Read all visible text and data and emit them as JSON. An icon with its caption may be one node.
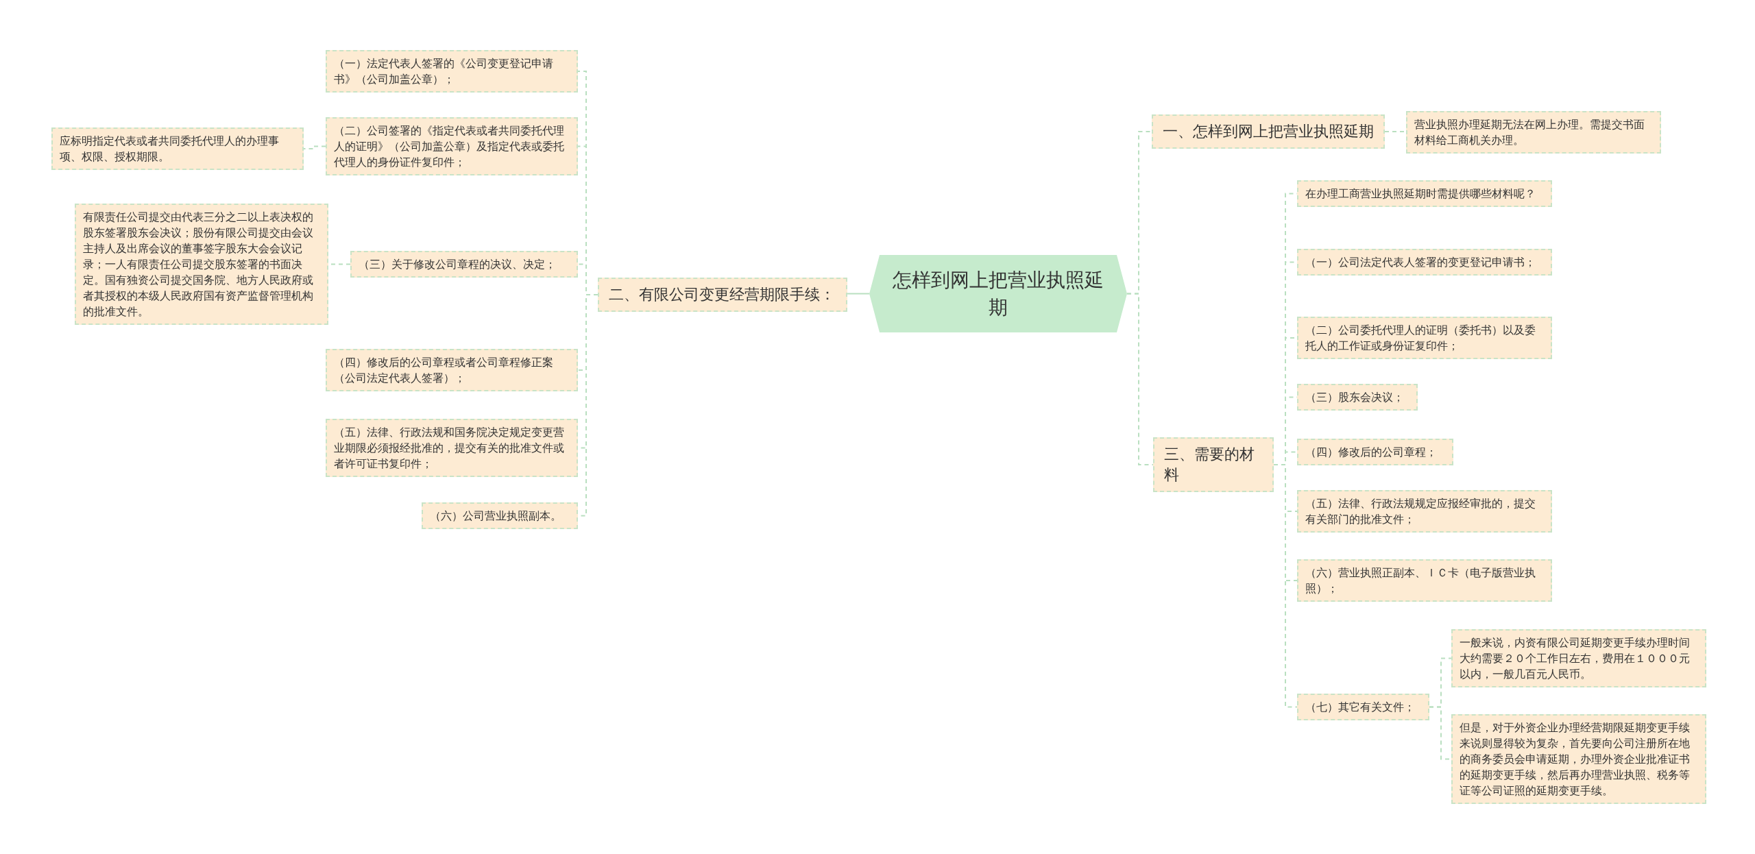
{
  "diagram": {
    "nodes": [
      {
        "text": [
          "怎样到网上把营业执照延期"
        ]
      },
      {
        "text": [
          "一、怎样到网上把营业执照延期"
        ]
      },
      {
        "text": [
          "营业执照办理延期无法在网上办理。需提交书面材料给工商机关办理。"
        ]
      },
      {
        "text": [
          "三、需要的材料"
        ]
      },
      {
        "text": [
          "在办理工商营业执照延期时需提供哪些材料呢？"
        ]
      },
      {
        "text": [
          "（一）公司法定代表人签署的变更登记申请书；"
        ]
      },
      {
        "text": [
          "（二）公司委托代理人的证明（委托书）以及委托人的工作证或身份证复印件；"
        ]
      },
      {
        "text": [
          "（三）股东会决议；"
        ]
      },
      {
        "text": [
          "（四）修改后的公司章程；"
        ]
      },
      {
        "text": [
          "（五）法律、行政法规规定应报经审批的，提交有关部门的批准文件；"
        ]
      },
      {
        "text": [
          "（六）营业执照正副本、ＩＣ卡（电子版营业执照）；"
        ]
      },
      {
        "text": [
          "（七）其它有关文件；"
        ]
      },
      {
        "text": [
          "一般来说，内资有限公司延期变更手续办理时间大约需要２０个工作日左右，费用在１０００元以内，一般几百元人民币。"
        ]
      },
      {
        "text": [
          "但是，对于外资企业办理经营期限延期变更手续来说则显得较为复杂，首先要向公司注册所在地的商务委员会申请延期，办理外资企业批准证书的延期变更手续，然后再办理营业执照、税务等证等公司证照的延期变更手续。"
        ]
      },
      {
        "text": [
          "二、有限公司变更经营期限手续："
        ]
      },
      {
        "text": [
          "（一）法定代表人签署的《公司变更登记申请书》（公司加盖公章）；"
        ]
      },
      {
        "text": [
          "（二）公司签署的《指定代表或者共同委托代理人的证明》（公司加盖公章）及指定代表或委托代理人的身份证件复印件；"
        ]
      },
      {
        "text": [
          "应标明指定代表或者共同委托代理人的办理事项、权限、授权期限。"
        ]
      },
      {
        "text": [
          "（三）关于修改公司章程的决议、决定；"
        ]
      },
      {
        "text": [
          "有限责任公司提交由代表三分之二以上表决权的股东签署股东会决议；股份有限公司提交由会议主持人及出席会议的董事签字股东大会会议记录；一人有限责任公司提交股东签署的书面决定。国有独资公司提交国务院、地方人民政府或者其授权的本级人民政府国有资产监督管理机构的批准文件。"
        ]
      },
      {
        "text": [
          "（四）修改后的公司章程或者公司章程修正案（公司法定代表人签署）；"
        ]
      },
      {
        "text": [
          "（五）法律、行政法规和国务院决定规定变更营业期限必须报经批准的，提交有关的批准文件或者许可证书复印件；"
        ]
      },
      {
        "text": [
          "（六）公司营业执照副本。"
        ]
      }
    ],
    "edges": [
      {
        "from": 0,
        "to": 1,
        "arrow": "none",
        "style": "dashed"
      },
      {
        "from": 1,
        "to": 2,
        "arrow": "none",
        "style": "dashed"
      },
      {
        "from": 0,
        "to": 3,
        "arrow": "none",
        "style": "dashed"
      },
      {
        "from": 3,
        "to": 4,
        "arrow": "none",
        "style": "dashed"
      },
      {
        "from": 3,
        "to": 5,
        "arrow": "none",
        "style": "dashed"
      },
      {
        "from": 3,
        "to": 6,
        "arrow": "none",
        "style": "dashed"
      },
      {
        "from": 3,
        "to": 7,
        "arrow": "none",
        "style": "dashed"
      },
      {
        "from": 3,
        "to": 8,
        "arrow": "none",
        "style": "dashed"
      },
      {
        "from": 3,
        "to": 9,
        "arrow": "none",
        "style": "dashed"
      },
      {
        "from": 3,
        "to": 10,
        "arrow": "none",
        "style": "dashed"
      },
      {
        "from": 3,
        "to": 11,
        "arrow": "none",
        "style": "dashed"
      },
      {
        "from": 11,
        "to": 12,
        "arrow": "none",
        "style": "dashed"
      },
      {
        "from": 11,
        "to": 13,
        "arrow": "none",
        "style": "dashed"
      },
      {
        "from": 0,
        "to": 14,
        "arrow": "none"
      },
      {
        "from": 14,
        "to": 15,
        "arrow": "none",
        "style": "dashed"
      },
      {
        "from": 14,
        "to": 16,
        "arrow": "none",
        "style": "dashed"
      },
      {
        "from": 16,
        "to": 17,
        "arrow": "none",
        "style": "dashed"
      },
      {
        "from": 14,
        "to": 18,
        "arrow": "none",
        "style": "dashed"
      },
      {
        "from": 18,
        "to": 19,
        "arrow": "none",
        "style": "dashed"
      },
      {
        "from": 14,
        "to": 20,
        "arrow": "none",
        "style": "dashed"
      },
      {
        "from": 14,
        "to": 21,
        "arrow": "none",
        "style": "dashed"
      },
      {
        "from": 14,
        "to": 22,
        "arrow": "none",
        "style": "dashed"
      }
    ]
  }
}
